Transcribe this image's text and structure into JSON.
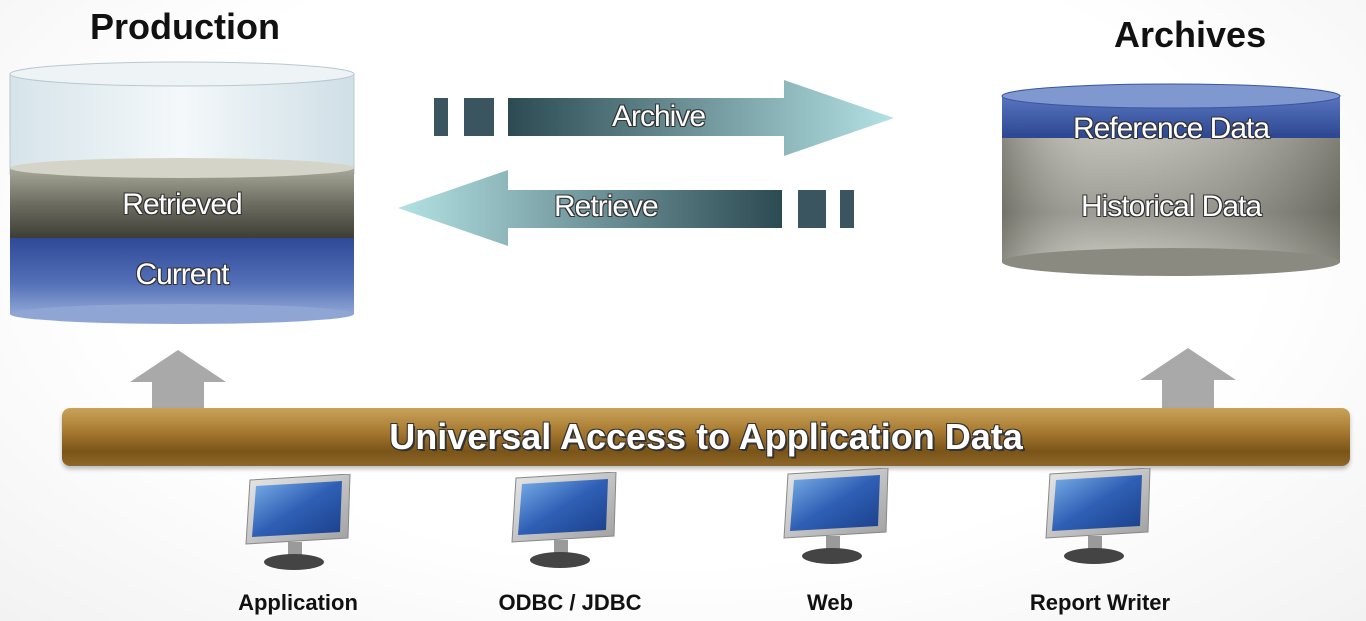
{
  "production": {
    "title": "Production",
    "layers": {
      "retrieved": "Retrieved",
      "current": "Current"
    }
  },
  "archives": {
    "title": "Archives",
    "layers": {
      "reference": "Reference Data",
      "historical": "Historical Data"
    }
  },
  "flows": {
    "archive": "Archive",
    "retrieve": "Retrieve"
  },
  "access_bar": {
    "label": "Universal Access to Application Data"
  },
  "clients": [
    {
      "label": "Application",
      "icon": "monitor-icon"
    },
    {
      "label": "ODBC / JDBC",
      "icon": "monitor-icon"
    },
    {
      "label": "Web",
      "icon": "monitor-icon"
    },
    {
      "label": "Report Writer",
      "icon": "monitor-icon"
    }
  ],
  "colors": {
    "blue": "#3a55a0",
    "dark_gray": "#4a4a44",
    "teal_light": "#a8d8dc",
    "teal_dark": "#2a4a55",
    "bar_brown": "#a87a31",
    "up_arrow_gray": "#a9a9a9"
  }
}
